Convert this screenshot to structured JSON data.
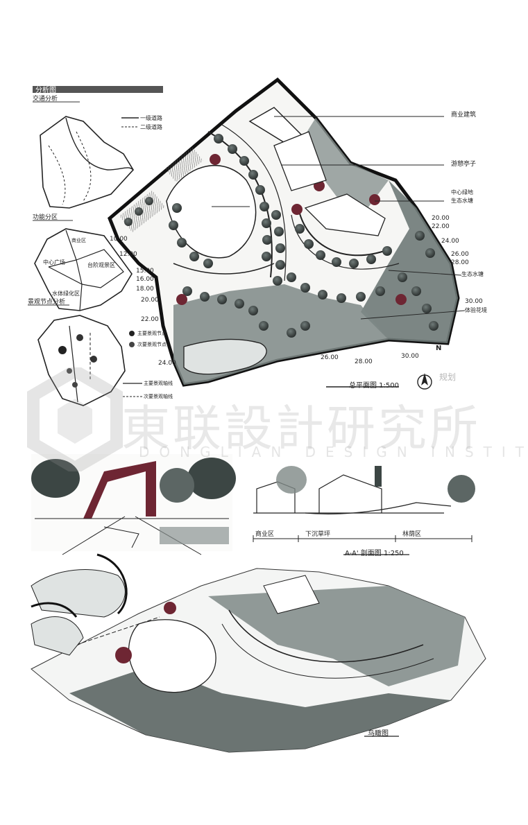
{
  "sheet": {
    "header_tab": "分析图",
    "analysis": {
      "traffic_title": "交通分析",
      "traffic_legend": [
        "一级道路",
        "二级道路"
      ],
      "function_title": "功能分区",
      "function_zones": [
        "中心广场",
        "台阶观景区",
        "水体绿化区",
        "商业区"
      ],
      "landscape_title": "景观节点分析",
      "landscape_legend_nodes": [
        "主要景观节点",
        "次要景观节点"
      ],
      "landscape_legend_axes": [
        "主要景观轴线",
        "次要景观轴线"
      ]
    },
    "plan": {
      "callouts": [
        "商业建筑",
        "游憩亭子",
        "中心绿地",
        "生态水塘",
        "生态水塘",
        "体验花境"
      ],
      "elevations_right": [
        "20.00",
        "22.00",
        "24.00",
        "26.00",
        "28.00",
        "30.00"
      ],
      "elevations_left": [
        "10.00",
        "12.00",
        "15.00",
        "16.00",
        "18.00",
        "20.00",
        "22.00",
        "24.00"
      ],
      "elevations_bottom": [
        "26.00",
        "28.00",
        "30.00"
      ],
      "caption": "总平面图 1:500",
      "north": "N"
    },
    "section": {
      "zones": [
        "商业区",
        "下沉草坪",
        "林荫区"
      ],
      "caption": "A-A' 剖面图 1:250"
    },
    "aerial": {
      "caption": "鸟瞰图"
    },
    "watermark": {
      "cn": "東联設計研究所",
      "en": "DONGLIAN DESIGN INSTITUTE",
      "extra": "规划"
    },
    "colors": {
      "ink": "#1e1e1e",
      "marker_grey": "#6f7a78",
      "marker_dark": "#3c4644",
      "accent": "#6e2633"
    }
  }
}
